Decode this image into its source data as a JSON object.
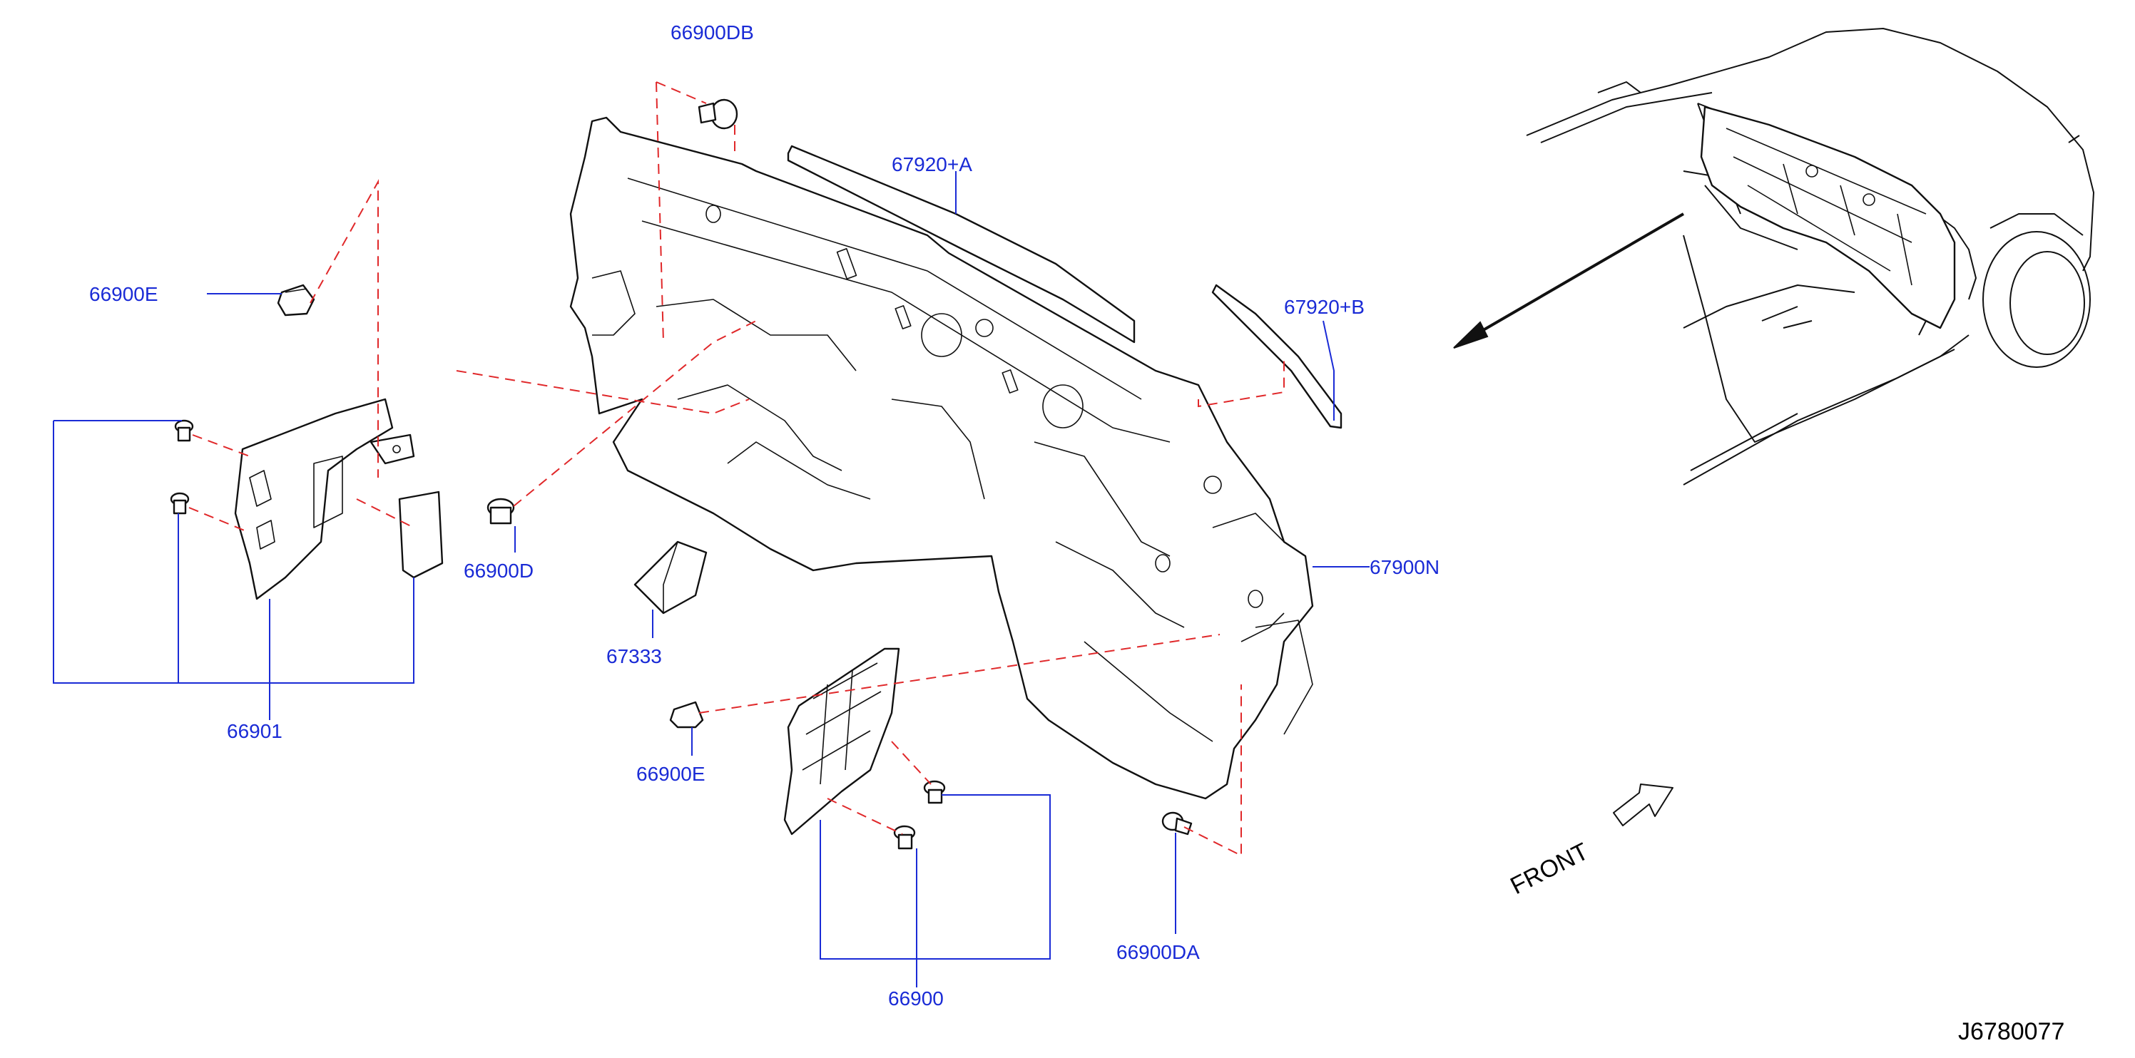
{
  "diagram_id": "J6780077",
  "front_label": "FRONT",
  "parts": [
    {
      "key": "p66900DB",
      "number": "66900DB"
    },
    {
      "key": "p67920A",
      "number": "67920+A"
    },
    {
      "key": "p67920B",
      "number": "67920+B"
    },
    {
      "key": "p66900E_a",
      "number": "66900E"
    },
    {
      "key": "p66900D",
      "number": "66900D"
    },
    {
      "key": "p67900N",
      "number": "67900N"
    },
    {
      "key": "p67333",
      "number": "67333"
    },
    {
      "key": "p66901",
      "number": "66901"
    },
    {
      "key": "p66900E_b",
      "number": "66900E"
    },
    {
      "key": "p66900DA",
      "number": "66900DA"
    },
    {
      "key": "p66900",
      "number": "66900"
    }
  ],
  "colors": {
    "label": "#1a2bd6",
    "phantom_line": "#e0282a",
    "outline": "#111111"
  }
}
